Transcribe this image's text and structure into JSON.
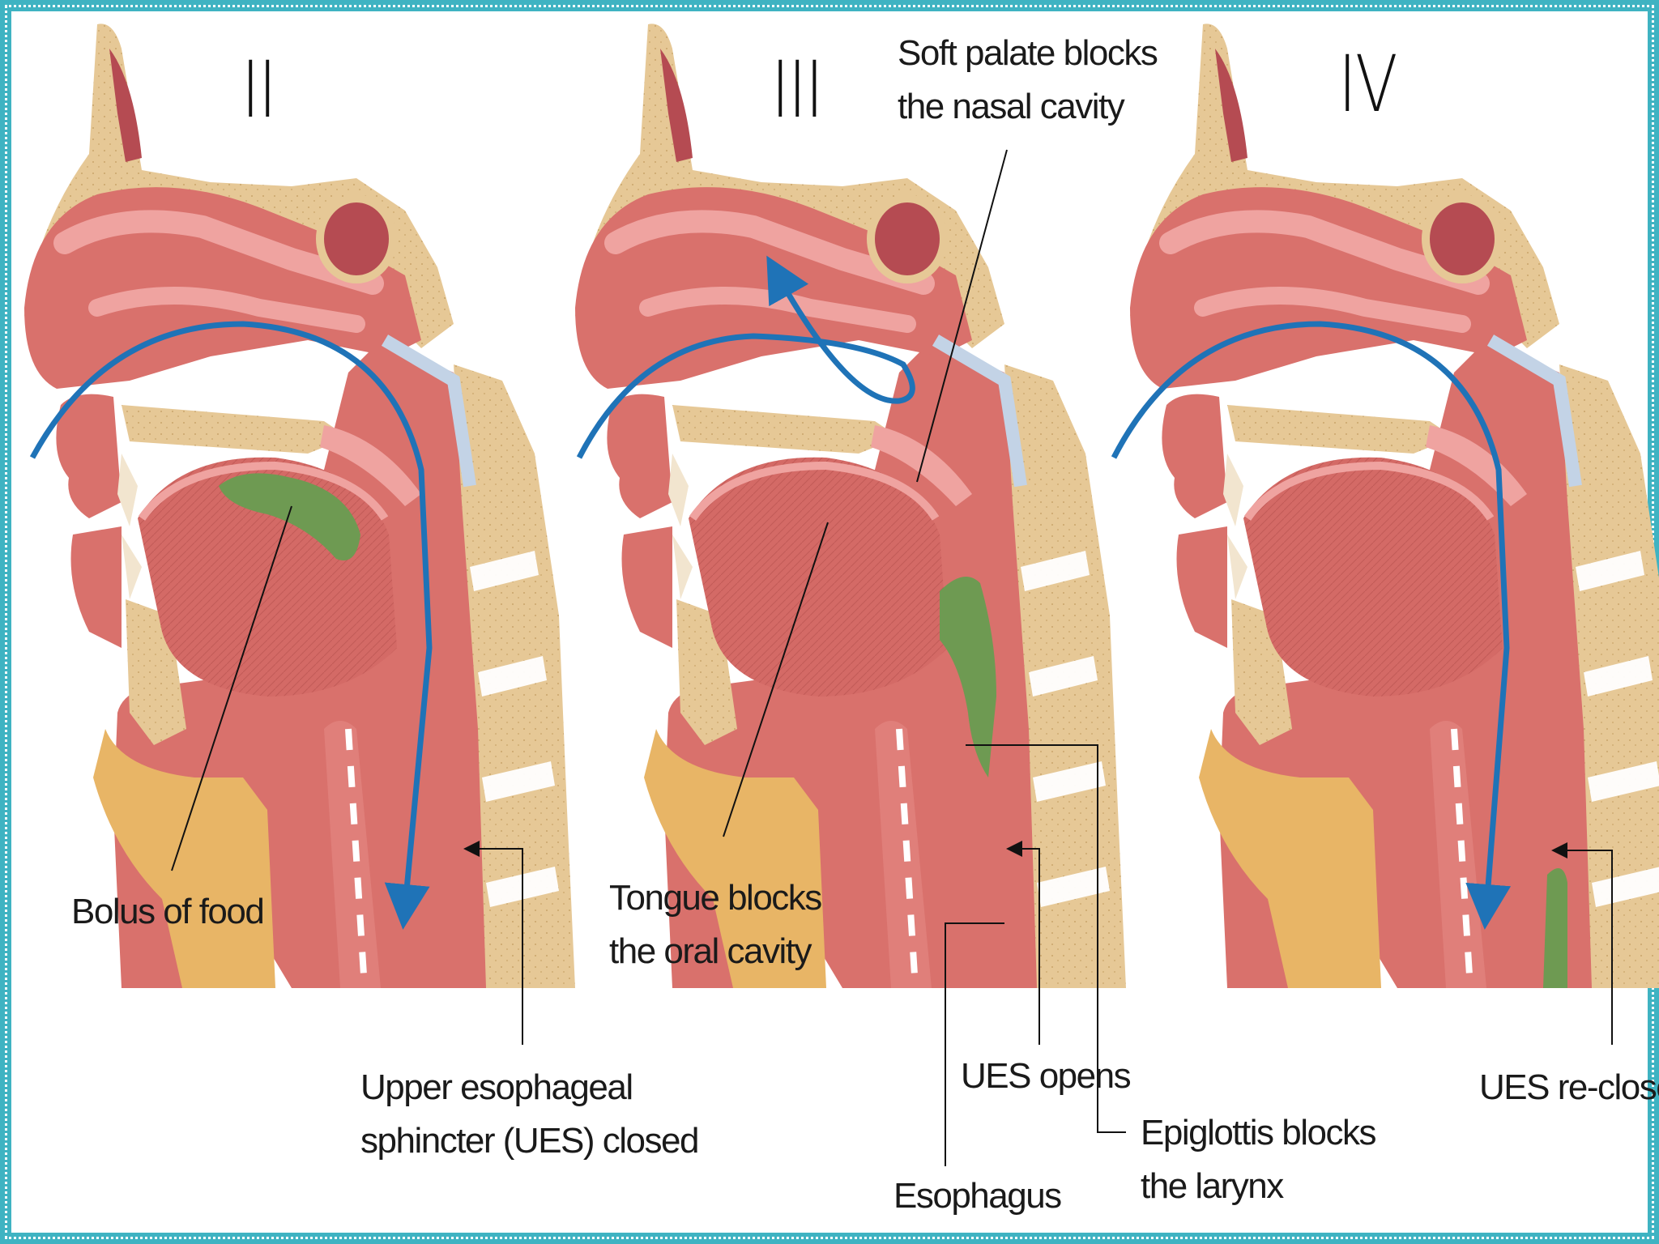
{
  "panels": [
    {
      "numeral": "II"
    },
    {
      "numeral": "III"
    },
    {
      "numeral": "IV"
    }
  ],
  "labels": {
    "bolus": "Bolus of food",
    "ues_closed_line1": "Upper esophageal",
    "ues_closed_line2": "sphincter (UES) closed",
    "soft_palate_line1": "Soft palate blocks",
    "soft_palate_line2": "the nasal cavity",
    "tongue_line1": "Tongue blocks",
    "tongue_line2": "the oral cavity",
    "ues_opens": "UES opens",
    "epiglottis_line1": "Epiglottis blocks",
    "epiglottis_line2": "the larynx",
    "esophagus": "Esophagus",
    "ues_recloses": "UES re-closes"
  },
  "colors": {
    "frame": "#3fb3c2",
    "flesh": "#d9716c",
    "flesh_light": "#efa3a0",
    "bone": "#e6c896",
    "fat": "#e8b566",
    "bolus": "#6e9a52",
    "arrow": "#1f73b7"
  }
}
